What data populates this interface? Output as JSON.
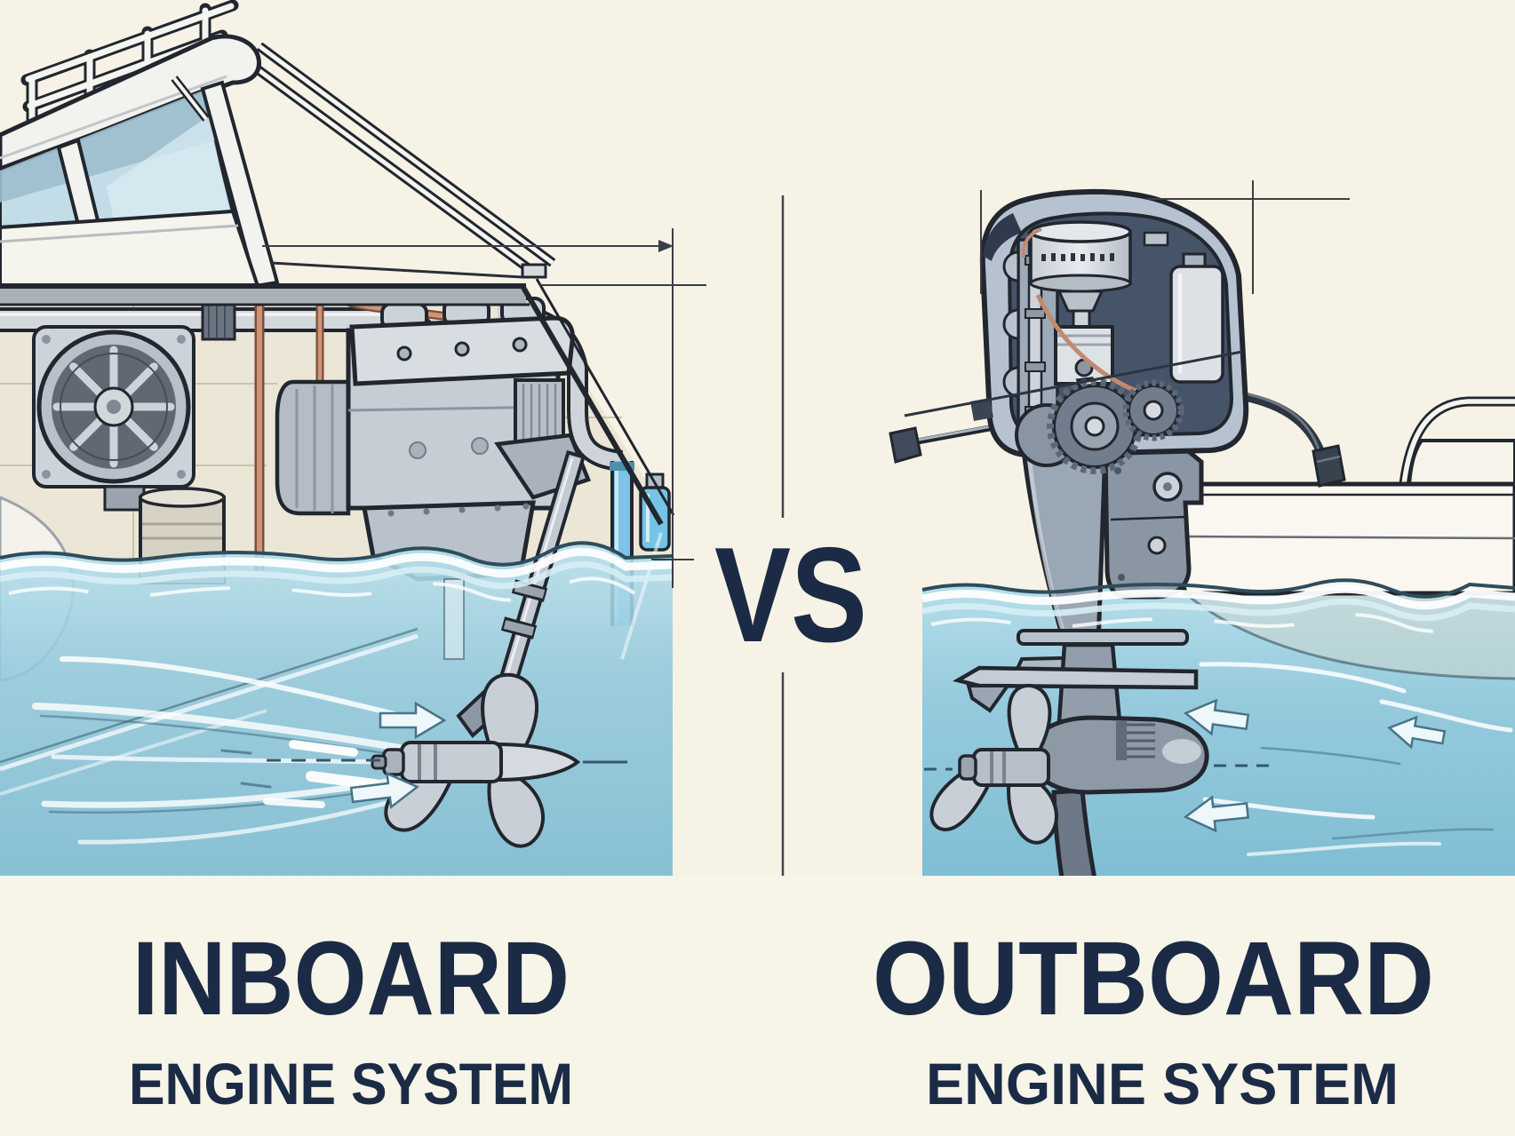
{
  "page": {
    "type": "educational comparison illustration",
    "background_color": "#f6f3e6"
  },
  "center": {
    "vs_label": "VS",
    "divider_color": "#41464d"
  },
  "left_panel": {
    "title": "INBOARD",
    "subtitle": "ENGINE SYSTEM",
    "components": [
      "flybridge-railing",
      "hardtop-roof",
      "windshield",
      "cabin",
      "deck",
      "engine-room",
      "cooling-fan",
      "air-filter-canister",
      "engine-block",
      "valve-cover",
      "oil-pan",
      "exhaust-pipe",
      "coolant-pipes",
      "expansion-bottle",
      "propeller-shaft",
      "shaft-strut",
      "three-blade-propeller",
      "water-flow-arrows",
      "dashed-shaft-centerline",
      "dimension-lines",
      "waterline",
      "hull-transom"
    ]
  },
  "right_panel": {
    "title": "OUTBOARD",
    "subtitle": "ENGINE SYSTEM",
    "components": [
      "outboard-cowling-cutaway",
      "flywheel",
      "piston",
      "connecting-rod",
      "cylinder-block",
      "fuel-tank",
      "timing-gears",
      "steering-bracket",
      "transom-clamp-bracket",
      "exhaust-midsection",
      "anti-ventilation-plate",
      "gearcase-torpedo",
      "skeg",
      "three-blade-propeller",
      "water-flow-arrows",
      "boat-transom",
      "stern-railing",
      "rigging-cable",
      "waterline",
      "dimension-lines"
    ]
  },
  "titles": {
    "color": "#1b2b45"
  },
  "water": {
    "top_color": "#b7e0ec",
    "bottom_color": "#7abbd3",
    "crest_color": "#ffffff",
    "wave_outline_color": "#2d4d5c"
  }
}
